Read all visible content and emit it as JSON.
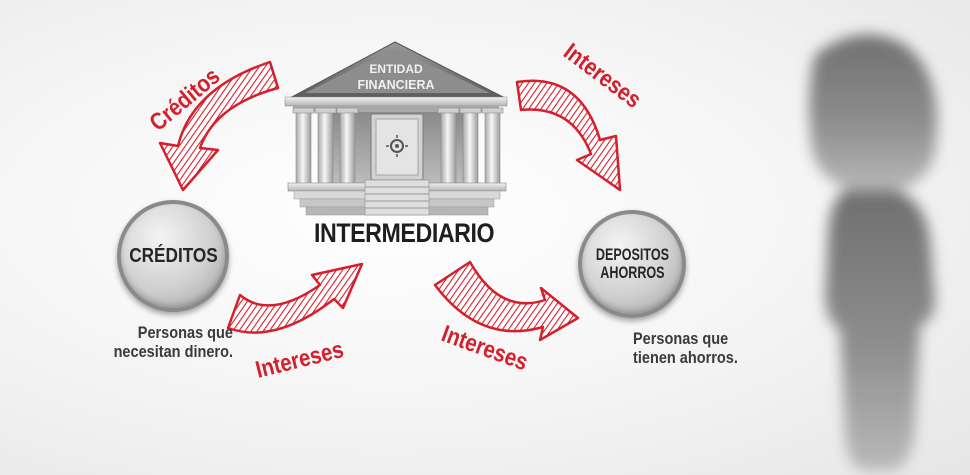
{
  "bank": {
    "sign_line1": "ENTIDAD",
    "sign_line2": "FINANCIERA",
    "label": "INTERMEDIARIO"
  },
  "left_node": {
    "title": "CRÉDITOS",
    "caption_line1": "Personas que",
    "caption_line2": "necesitan dinero."
  },
  "right_node": {
    "title_line1": "DEPOSITOS",
    "title_line2": "AHORROS",
    "caption_line1": "Personas que",
    "caption_line2": "tienen ahorros."
  },
  "arrows": {
    "top_left": "Créditos",
    "top_right": "Intereses",
    "bottom_left": "Intereses",
    "bottom_right": "Intereses"
  },
  "colors": {
    "arrow_red": "#d41f2d",
    "text_dark": "#1e1e1e"
  }
}
